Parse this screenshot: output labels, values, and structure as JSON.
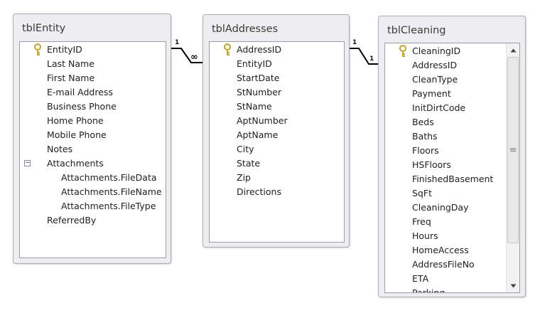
{
  "tables": [
    {
      "title": "tblEntity",
      "fields": [
        {
          "name": "EntityID",
          "key": true
        },
        {
          "name": "Last Name"
        },
        {
          "name": "First Name"
        },
        {
          "name": "E-mail Address"
        },
        {
          "name": "Business Phone"
        },
        {
          "name": "Home Phone"
        },
        {
          "name": "Mobile Phone"
        },
        {
          "name": "Notes"
        },
        {
          "name": "Attachments",
          "expander": "−"
        },
        {
          "name": "Attachments.FileData",
          "indent": 1
        },
        {
          "name": "Attachments.FileName",
          "indent": 1
        },
        {
          "name": "Attachments.FileType",
          "indent": 1
        },
        {
          "name": "ReferredBy"
        }
      ]
    },
    {
      "title": "tblAddresses",
      "fields": [
        {
          "name": "AddressID",
          "key": true
        },
        {
          "name": "EntityID"
        },
        {
          "name": "StartDate"
        },
        {
          "name": "StNumber"
        },
        {
          "name": "StName"
        },
        {
          "name": "AptNumber"
        },
        {
          "name": "AptName"
        },
        {
          "name": "City"
        },
        {
          "name": "State"
        },
        {
          "name": "Zip"
        },
        {
          "name": "Directions"
        }
      ]
    },
    {
      "title": "tblCleaning",
      "fields": [
        {
          "name": "CleaningID",
          "key": true
        },
        {
          "name": "AddressID"
        },
        {
          "name": "CleanType"
        },
        {
          "name": "Payment"
        },
        {
          "name": "InitDirtCode"
        },
        {
          "name": "Beds"
        },
        {
          "name": "Baths"
        },
        {
          "name": "Floors"
        },
        {
          "name": "HSFloors"
        },
        {
          "name": "FinishedBasement"
        },
        {
          "name": "SqFt"
        },
        {
          "name": "CleaningDay"
        },
        {
          "name": "Freq"
        },
        {
          "name": "Hours"
        },
        {
          "name": "HomeAccess"
        },
        {
          "name": "AddressFileNo"
        },
        {
          "name": "ETA"
        },
        {
          "name": "Parking"
        }
      ]
    }
  ],
  "relationships": [
    {
      "one": "1",
      "many": "∞"
    },
    {
      "one": "1",
      "many": "1"
    }
  ],
  "colors": {
    "key_icon": "#c9a227",
    "line": "#000000"
  }
}
